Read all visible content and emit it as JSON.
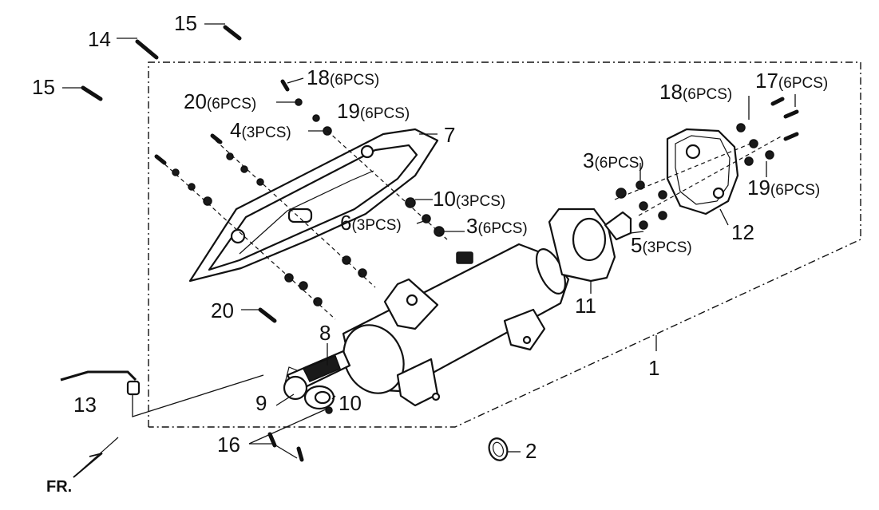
{
  "orientation_marker": "FR.",
  "callouts": {
    "c1": {
      "num": "1",
      "qty": ""
    },
    "c2": {
      "num": "2",
      "qty": ""
    },
    "c3a": {
      "num": "3",
      "qty": "(6PCS)"
    },
    "c3b": {
      "num": "3",
      "qty": "(6PCS)"
    },
    "c4": {
      "num": "4",
      "qty": "(3PCS)"
    },
    "c5": {
      "num": "5",
      "qty": "(3PCS)"
    },
    "c6": {
      "num": "6",
      "qty": "(3PCS)"
    },
    "c7": {
      "num": "7",
      "qty": ""
    },
    "c8": {
      "num": "8",
      "qty": ""
    },
    "c9": {
      "num": "9",
      "qty": ""
    },
    "c10a": {
      "num": "10",
      "qty": "(3PCS)"
    },
    "c10b": {
      "num": "10",
      "qty": ""
    },
    "c11": {
      "num": "11",
      "qty": ""
    },
    "c12": {
      "num": "12",
      "qty": ""
    },
    "c13": {
      "num": "13",
      "qty": ""
    },
    "c14": {
      "num": "14",
      "qty": ""
    },
    "c15a": {
      "num": "15",
      "qty": ""
    },
    "c15b": {
      "num": "15",
      "qty": ""
    },
    "c16": {
      "num": "16",
      "qty": ""
    },
    "c17": {
      "num": "17",
      "qty": "(6PCS)"
    },
    "c18a": {
      "num": "18",
      "qty": "(6PCS)"
    },
    "c18b": {
      "num": "18",
      "qty": "(6PCS)"
    },
    "c19a": {
      "num": "19",
      "qty": "(6PCS)"
    },
    "c19b": {
      "num": "19",
      "qty": "(6PCS)"
    },
    "c20a": {
      "num": "20",
      "qty": "(6PCS)"
    },
    "c20b": {
      "num": "20",
      "qty": ""
    }
  }
}
